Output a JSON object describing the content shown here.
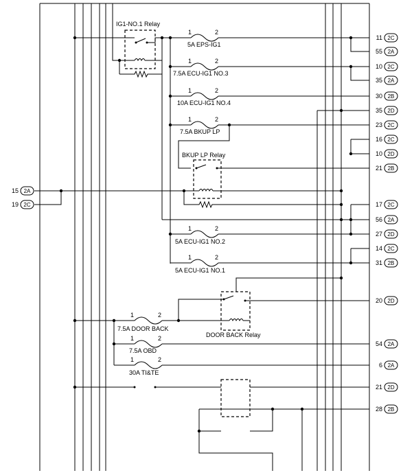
{
  "components": {
    "ig1_no1_relay": "IG1-NO.1 Relay",
    "bkup_lp_relay": "BKUP LP Relay",
    "door_back_relay": "DOOR BACK Relay"
  },
  "fuses": [
    {
      "id": "eps_ig1",
      "name": "5A EPS-IG1",
      "pin_in": "1",
      "pin_out": "2"
    },
    {
      "id": "ecu_ig1_no3",
      "name": "7.5A ECU-IG1 NO.3",
      "pin_in": "1",
      "pin_out": "2"
    },
    {
      "id": "ecu_ig1_no4",
      "name": "10A ECU-IG1 NO.4",
      "pin_in": "1",
      "pin_out": "2"
    },
    {
      "id": "bkup_lp",
      "name": "7.5A BKUP LP",
      "pin_in": "1",
      "pin_out": "2"
    },
    {
      "id": "ecu_ig1_no2",
      "name": "5A ECU-IG1 NO.2",
      "pin_in": "1",
      "pin_out": "2"
    },
    {
      "id": "ecu_ig1_no1",
      "name": "5A ECU-IG1 NO.1",
      "pin_in": "1",
      "pin_out": "2"
    },
    {
      "id": "door_back",
      "name": "7.5A DOOR BACK",
      "pin_in": "1",
      "pin_out": "2"
    },
    {
      "id": "obd",
      "name": "7.5A OBD",
      "pin_in": "1",
      "pin_out": "2"
    },
    {
      "id": "ti_te",
      "name": "30A TI&TE",
      "pin_in": "1",
      "pin_out": "2"
    }
  ],
  "right_connectors": [
    {
      "pin": "11",
      "conn": "2C"
    },
    {
      "pin": "55",
      "conn": "2A"
    },
    {
      "pin": "10",
      "conn": "2C"
    },
    {
      "pin": "35",
      "conn": "2A"
    },
    {
      "pin": "30",
      "conn": "2B"
    },
    {
      "pin": "35",
      "conn": "2D"
    },
    {
      "pin": "23",
      "conn": "2C"
    },
    {
      "pin": "16",
      "conn": "2C"
    },
    {
      "pin": "10",
      "conn": "2D"
    },
    {
      "pin": "21",
      "conn": "2B"
    },
    {
      "pin": "17",
      "conn": "2C"
    },
    {
      "pin": "56",
      "conn": "2A"
    },
    {
      "pin": "27",
      "conn": "2D"
    },
    {
      "pin": "14",
      "conn": "2C"
    },
    {
      "pin": "31",
      "conn": "2B"
    },
    {
      "pin": "20",
      "conn": "2D"
    },
    {
      "pin": "54",
      "conn": "2A"
    },
    {
      "pin": "6",
      "conn": "2A"
    },
    {
      "pin": "21",
      "conn": "2D"
    },
    {
      "pin": "28",
      "conn": "2B"
    }
  ],
  "left_connectors": [
    {
      "pin": "15",
      "conn": "2A"
    },
    {
      "pin": "19",
      "conn": "2C"
    }
  ]
}
